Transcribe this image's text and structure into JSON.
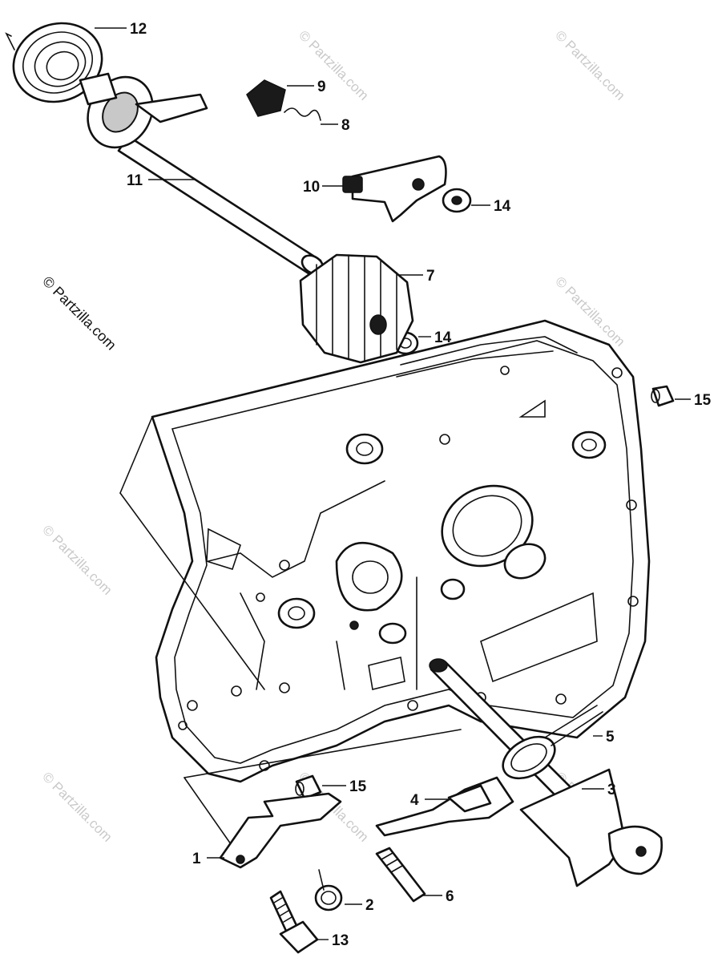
{
  "watermark": "© Partzilla.com",
  "callouts": {
    "c1": "1",
    "c2": "2",
    "c3": "3",
    "c4": "4",
    "c5": "5",
    "c6": "6",
    "c7": "7",
    "c8": "8",
    "c9": "9",
    "c10": "10",
    "c11": "11",
    "c12": "12",
    "c13": "13",
    "c14a": "14",
    "c14b": "14",
    "c15a": "15",
    "c15b": "15"
  }
}
